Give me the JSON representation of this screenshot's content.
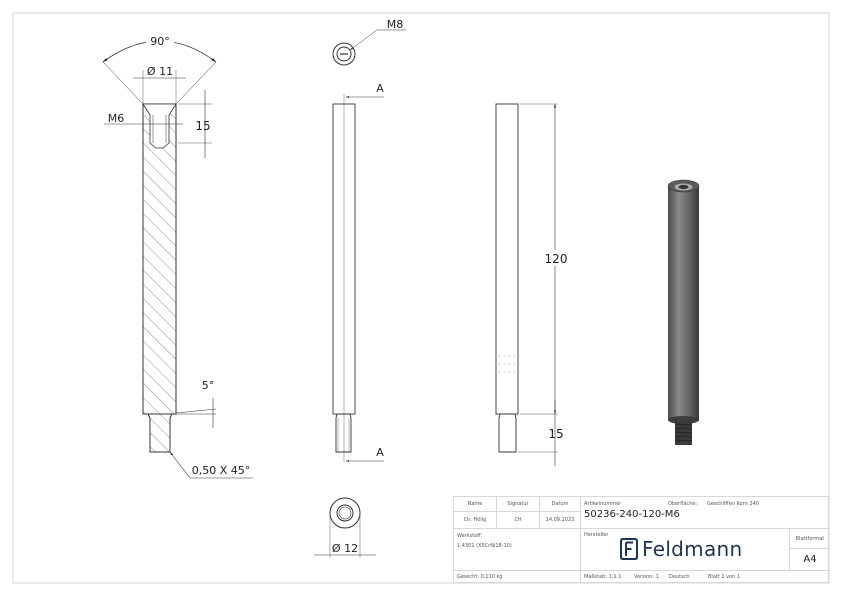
{
  "drawing": {
    "section_view": {
      "angle_label": "90°",
      "counterbore_dia": "Ø 11",
      "thread_label": "M6",
      "thread_depth": "15",
      "taper_angle": "5°",
      "chamfer": "0,50 X 45°"
    },
    "side_view": {
      "thread_top_label": "M8",
      "section_marker_top": "A",
      "section_marker_bottom": "A",
      "bottom_dia": "Ø 12"
    },
    "front_view": {
      "length": "120",
      "stud_length": "15"
    },
    "iso_view": {
      "description": "3D render of threaded rod"
    }
  },
  "title_block": {
    "name_header": "Name",
    "signature_header": "Signatur",
    "date_header": "Datum",
    "name_value": "Ch. Hölig",
    "signature_value": "CH",
    "date_value": "14.09.2023",
    "article_label": "Artikelnummer",
    "article_number": "50236-240-120-M6",
    "surface_label": "Oberfläche:",
    "surface_value": "Geschliffen Korn 240",
    "material_label": "Werkstoff:",
    "material_value": "1.4301 (X5CrNi18-10)",
    "manufacturer_label": "Hersteller",
    "logo_text": "Feldmann",
    "format_label": "Blattformat",
    "format_value": "A4",
    "weight": "Gewicht: 0.110 kg",
    "scale": "Maßstab: 1:1.1",
    "version": "Version: 1",
    "language": "Deutsch",
    "sheet": "Blatt 1 von 1"
  },
  "colors": {
    "line": "#333333",
    "border": "#d8d8d8",
    "logo": "#1d3557"
  }
}
